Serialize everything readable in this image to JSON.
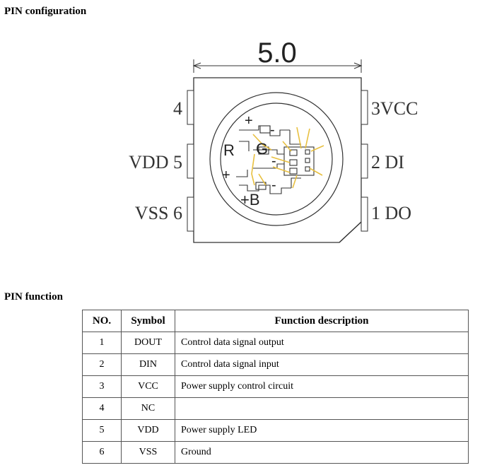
{
  "config": {
    "heading": "PIN  configuration",
    "dimension": "5.0",
    "pins": {
      "p4": "4",
      "p3": "3VCC",
      "p5": "VDD 5",
      "p2": "2 DI",
      "p6": "VSS 6",
      "p1": "1 DO"
    },
    "die": {
      "R": "R",
      "G": "G",
      "B": "+B",
      "plus_top": "+",
      "minus_top": "-",
      "plus_left": "+",
      "minus_g": "-",
      "minus_b": "-"
    }
  },
  "function": {
    "heading": "PIN function",
    "headers": [
      "NO.",
      "Symbol",
      "Function description"
    ],
    "rows": [
      [
        "1",
        "DOUT",
        "Control data signal output"
      ],
      [
        "2",
        "DIN",
        "Control data signal input"
      ],
      [
        "3",
        "VCC",
        "Power supply control circuit"
      ],
      [
        "4",
        "NC",
        ""
      ],
      [
        "5",
        "VDD",
        "Power supply LED"
      ],
      [
        "6",
        "VSS",
        "Ground"
      ]
    ]
  }
}
